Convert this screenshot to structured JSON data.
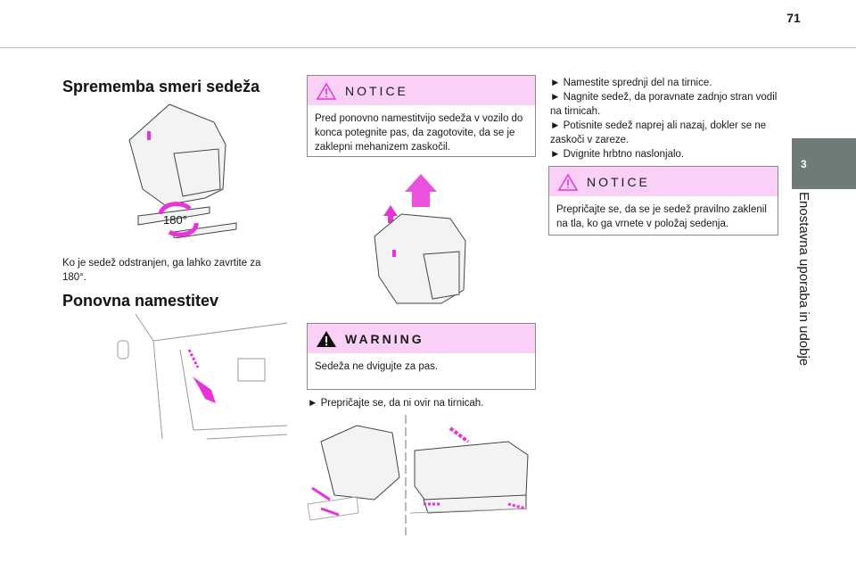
{
  "page_number": "71",
  "side_tab": {
    "number": "3",
    "title": "Enostavna uporaba in udobje"
  },
  "col1": {
    "heading1": "Sprememba smeri sedeža",
    "rotation_label": "180°",
    "para1": "Ko je sedež odstranjen, ga lahko zavrtite za 180°.",
    "heading2": "Ponovna namestitev"
  },
  "col2": {
    "notice": {
      "title": "NOTICE",
      "text": "Pred ponovno namestitvijo sedeža v vozilo do konca potegnite pas, da zagotovite, da se je zaklepni mehanizem zaskočil."
    },
    "warning": {
      "title": "WARNING",
      "text": "Sedeža ne dvigujte za pas."
    },
    "step": "Prepričajte se, da ni ovir na tirnicah."
  },
  "col3": {
    "steps": [
      "Namestite sprednji del na tirnice.",
      "Nagnite sedež, da poravnate zadnjo stran vodil na tirnicah.",
      "Potisnite sedež naprej ali nazaj, dokler se ne zaskoči v zareze.",
      "Dvignite hrbtno naslonjalo."
    ],
    "notice": {
      "title": "NOTICE",
      "text": "Prepričajte se, da se je sedež pravilno zaklenil na tla, ko ga vrnete v položaj sedenja."
    }
  },
  "colors": {
    "accent": "#e833d6",
    "notice_bg": "#fbd0f6",
    "tab": "#6e7b79"
  }
}
